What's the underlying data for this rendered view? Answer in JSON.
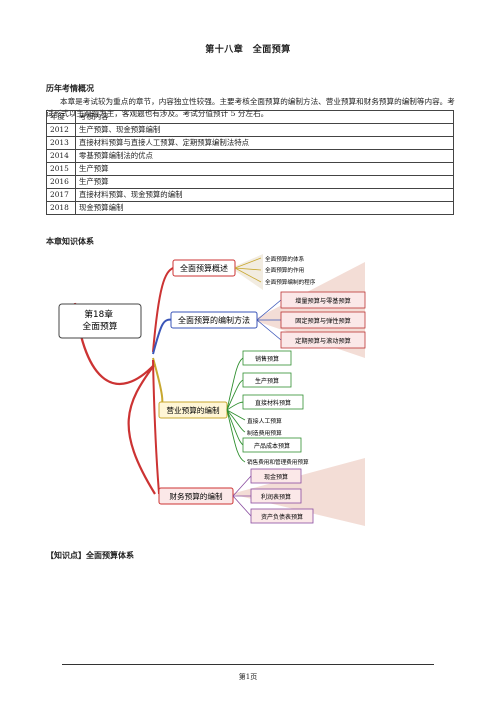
{
  "title": "第十八章　全面预算",
  "history": {
    "heading": "历年考情概况",
    "intro": "本章是考试较为重点的章节，内容独立性较强。主要考核全面预算的编制方法、营业预算和财务预算的编制等内容。考试形式以主观题为主，客观题也有涉及。考试分值预计 5 分左右。",
    "table": {
      "headers": [
        "年度",
        "考核内容"
      ],
      "rows": [
        [
          "2012",
          "生产预算、现金预算编制"
        ],
        [
          "2013",
          "直接材料预算与直接人工预算、定期预算编制法特点"
        ],
        [
          "2014",
          "零基预算编制法的优点"
        ],
        [
          "2015",
          "生产预算"
        ],
        [
          "2016",
          "生产预算"
        ],
        [
          "2017",
          "直接材料预算、现金预算的编制"
        ],
        [
          "2018",
          "现金预算编制"
        ]
      ]
    }
  },
  "knowledge": {
    "heading": "本章知识体系",
    "mindmap": {
      "root": "第18章 全面预算",
      "branches": [
        {
          "label": "全面预算概述",
          "children": [
            "全面预算的体系",
            "全面预算的作用",
            "全面预算编制的程序"
          ]
        },
        {
          "label": "全面预算的编制方法",
          "children": [
            "增量预算与零基预算",
            "固定预算与弹性预算",
            "定期预算与滚动预算"
          ]
        },
        {
          "label": "营业预算的编制",
          "children": [
            "销售预算",
            "生产预算",
            "直接材料预算",
            "直接人工预算",
            "制造费用预算",
            "产品成本预算",
            "销售费用和管理费用预算"
          ]
        },
        {
          "label": "财务预算的编制",
          "children": [
            "现金预算",
            "利润表预算",
            "资产负债表预算"
          ]
        }
      ]
    }
  },
  "section": {
    "heading": "【知识点】全面预算体系"
  },
  "footer": {
    "page": "第1页"
  }
}
